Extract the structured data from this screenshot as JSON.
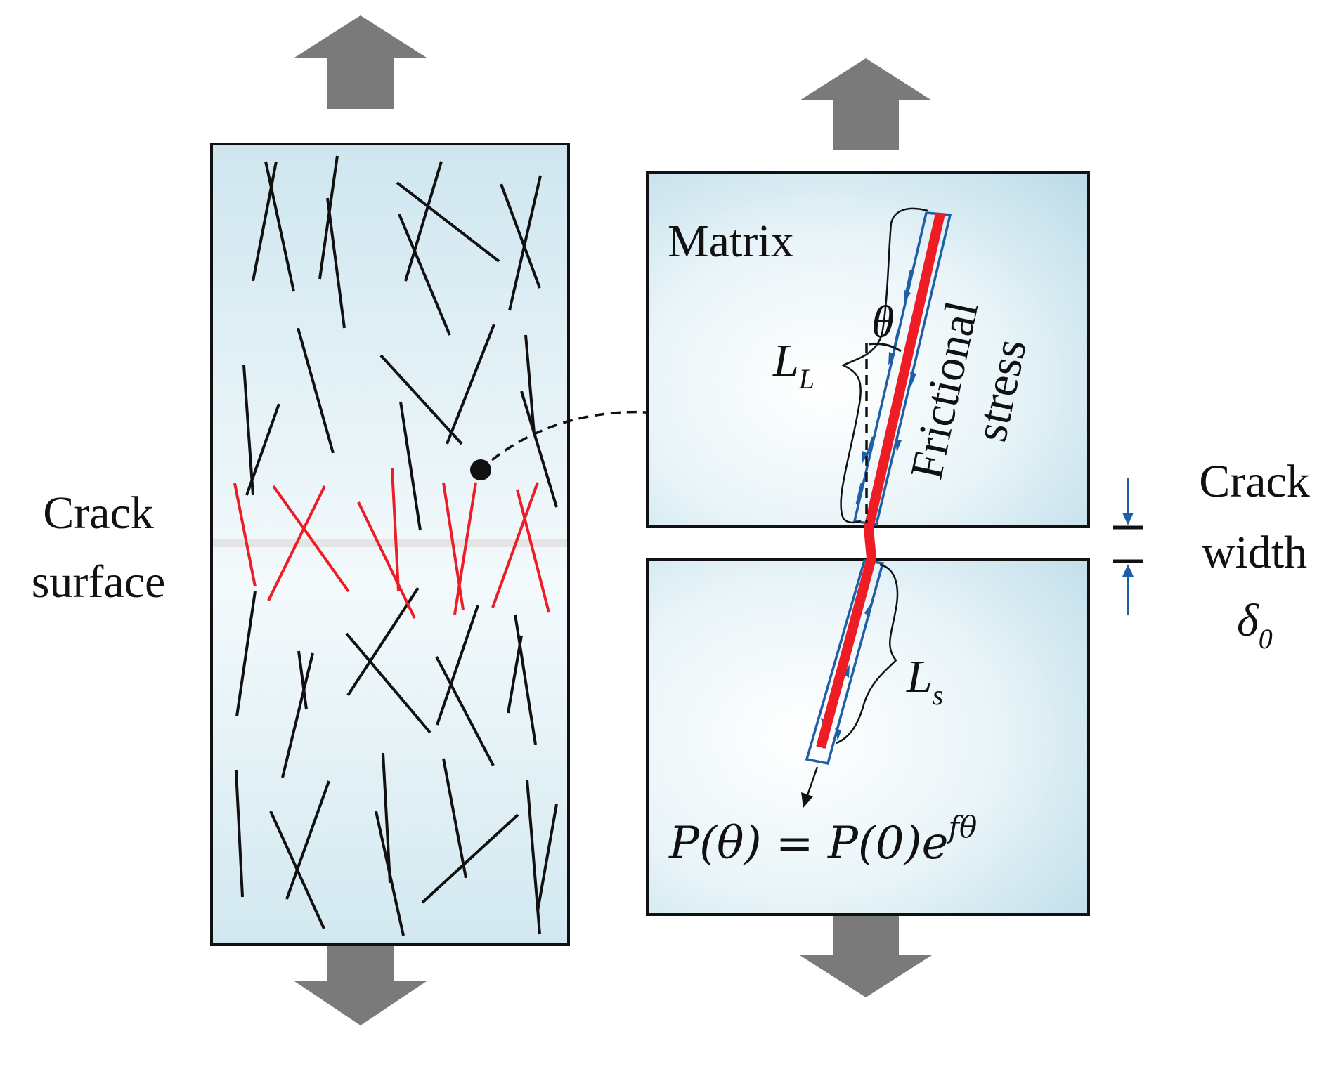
{
  "labels": {
    "crack_surface_line1": "Crack",
    "crack_surface_line2": "surface",
    "matrix": "Matrix",
    "frictional_line1": "Frictional",
    "frictional_line2": "stress",
    "crack_width_line1": "Crack",
    "crack_width_line2": "width",
    "delta": "δ",
    "delta_sub": "0",
    "LL": "L",
    "LL_sub": "L",
    "Ls": "L",
    "Ls_sub": "s",
    "theta": "θ",
    "equation": "P(θ) = P(0)e",
    "equation_exp": "fθ"
  },
  "colors": {
    "fiber_black": "#111111",
    "fiber_red": "#ee1c24",
    "sheath_blue": "#1f5fa8",
    "arrow_grey": "#7a7a7a",
    "box_fill": "#d4e9f1",
    "crack_line": "#e6e6e6"
  }
}
